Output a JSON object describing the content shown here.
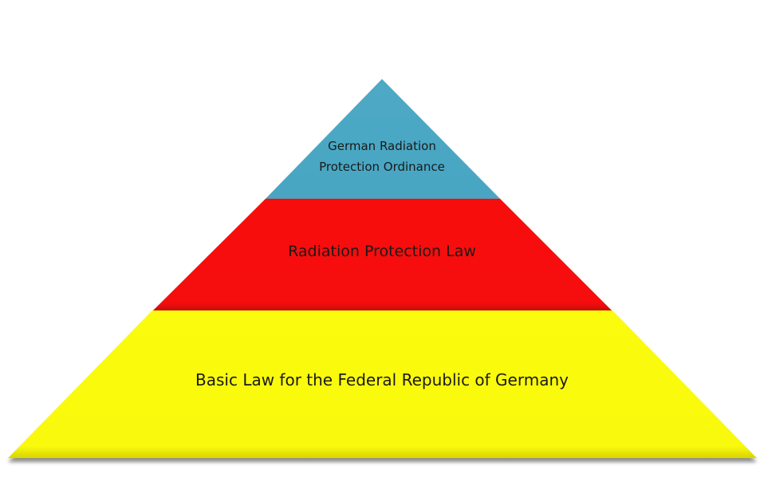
{
  "diagram": {
    "type": "pyramid",
    "levels": [
      {
        "label_lines": [
          "German Radiation",
          "Protection Ordinance"
        ],
        "color": "#4ba8c4"
      },
      {
        "label": "Radiation Protection Law",
        "color": "#f80a0a"
      },
      {
        "label": "Basic Law for the Federal Republic of Germany",
        "color": "#fbfb10"
      }
    ]
  }
}
